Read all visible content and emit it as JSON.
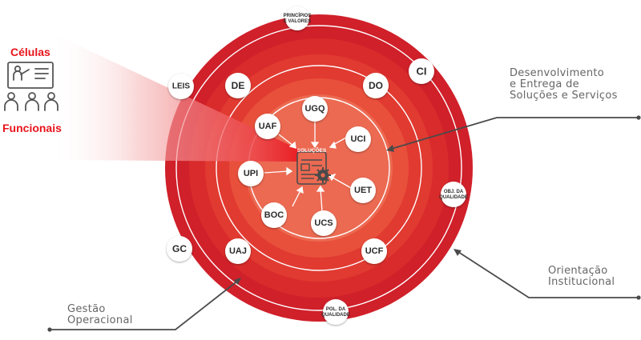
{
  "colors": {
    "ring_outer": "#d0202a",
    "ring_2": "#d92b2c",
    "ring_3": "#e33e33",
    "ring_4": "#e9573e",
    "core": "#ec6e55",
    "accent_red": "#e8141b",
    "label_gray": "#666666",
    "node_fill": "#ffffff",
    "icon_dark": "#555555"
  },
  "left_panel": {
    "title_top": "Células",
    "title_bottom": "Funcionais",
    "icon": "presentation-team-icon"
  },
  "outer_nodes": {
    "principios": [
      "PRINCÍPIOS",
      "E VALORES"
    ],
    "ci": "CI",
    "leis": "LEIS",
    "obj": [
      "OBJ. DA",
      "QUALIDADE"
    ],
    "gc": "GC",
    "pol": [
      "POL. DA",
      "QUALIDADE"
    ]
  },
  "middle_nodes": {
    "de": "DE",
    "do": "DO",
    "uaj": "UAJ",
    "ucf": "UCF"
  },
  "inner_nodes": {
    "ugq": "UGQ",
    "uaf": "UAF",
    "uci": "UCI",
    "upi": "UPI",
    "uet": "UET",
    "boc": "BOC",
    "ucs": "UCS"
  },
  "center": {
    "label": "SOLUÇÕES",
    "icon": "document-gear-icon"
  },
  "callouts": {
    "desenvolvimento": [
      "Desenvolvimento",
      "e Entrega de",
      "Soluções e Serviços"
    ],
    "orientacao": [
      "Orientação",
      "Institucional"
    ],
    "gestao": [
      "Gestão",
      "Operacional"
    ]
  }
}
